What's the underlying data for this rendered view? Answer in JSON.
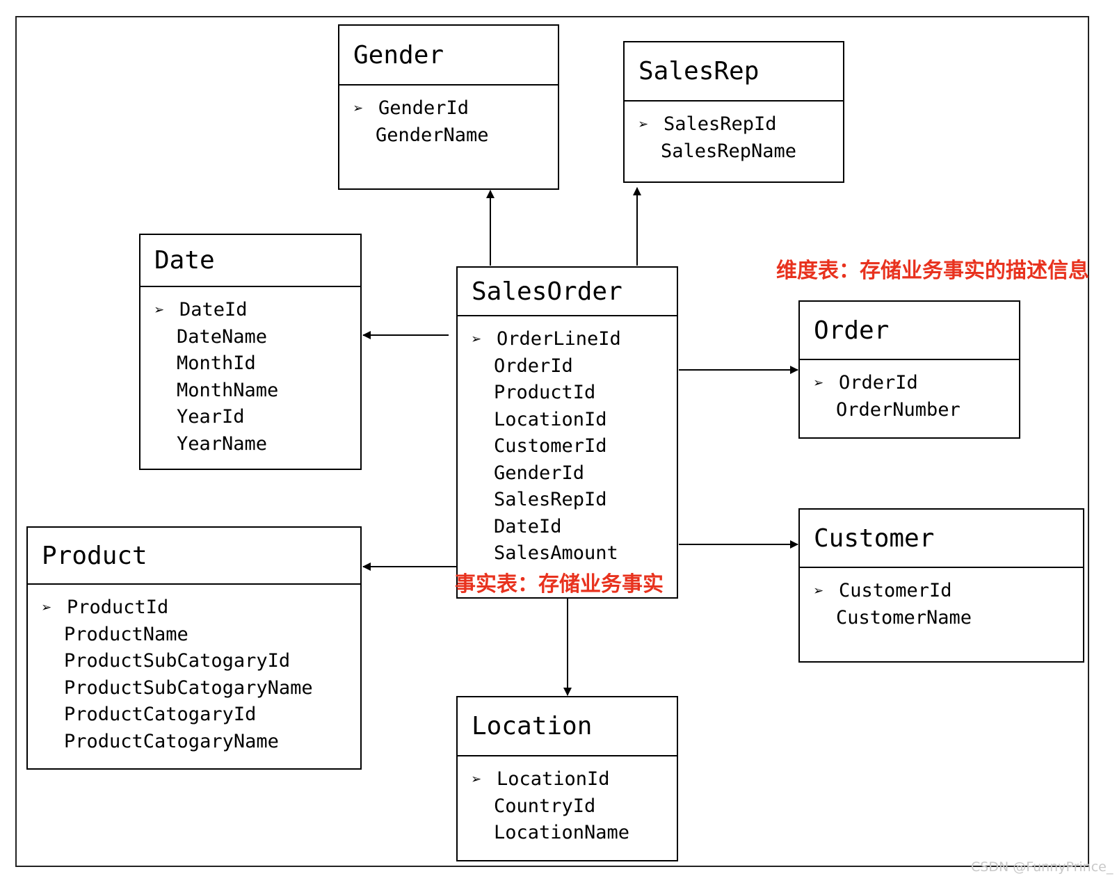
{
  "entities": {
    "gender": {
      "title": "Gender",
      "pk": "GenderId",
      "fields": [
        "GenderName"
      ]
    },
    "salesrep": {
      "title": "SalesRep",
      "pk": "SalesRepId",
      "fields": [
        "SalesRepName"
      ]
    },
    "date": {
      "title": "Date",
      "pk": "DateId",
      "fields": [
        "DateName",
        "MonthId",
        "MonthName",
        "YearId",
        "YearName"
      ]
    },
    "salesorder": {
      "title": "SalesOrder",
      "pk": "OrderLineId",
      "fields": [
        "OrderId",
        "ProductId",
        "LocationId",
        "CustomerId",
        "GenderId",
        "SalesRepId",
        "DateId",
        "SalesAmount"
      ]
    },
    "order": {
      "title": "Order",
      "pk": "OrderId",
      "fields": [
        "OrderNumber"
      ]
    },
    "customer": {
      "title": "Customer",
      "pk": "CustomerId",
      "fields": [
        "CustomerName"
      ]
    },
    "product": {
      "title": "Product",
      "pk": "ProductId",
      "fields": [
        "ProductName",
        "ProductSubCatogaryId",
        "ProductSubCatogaryName",
        "ProductCatogaryId",
        "ProductCatogaryName"
      ]
    },
    "location": {
      "title": "Location",
      "pk": "LocationId",
      "fields": [
        "CountryId",
        "LocationName"
      ]
    }
  },
  "pk_marker": "➢",
  "notes": {
    "dimension": "维度表：存储业务事实的描述信息",
    "fact": "事实表：存储业务事实"
  },
  "watermark": "CSDN @FunnyPrince_"
}
